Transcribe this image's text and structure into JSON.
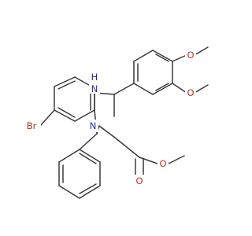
{
  "molecule": {
    "labels": {
      "nh": "H\nN",
      "n3": "N",
      "br": "Br",
      "o_ome1": "O",
      "o_ome2": "O",
      "o_ester_carbonyl": "O",
      "o_ester_single": "O"
    },
    "label_text": {
      "nh_h": "H",
      "nh_n": "N",
      "n3": "N",
      "br": "Br",
      "o_ome1": "O",
      "o_ome2": "O",
      "o_ester_carbonyl": "O",
      "o_ester_single": "O"
    },
    "colors": {
      "bond": "#3a3a3a",
      "nitrogen": "#2a2aa8",
      "oxygen": "#d42a1f",
      "bromine": "#a33a22"
    }
  }
}
